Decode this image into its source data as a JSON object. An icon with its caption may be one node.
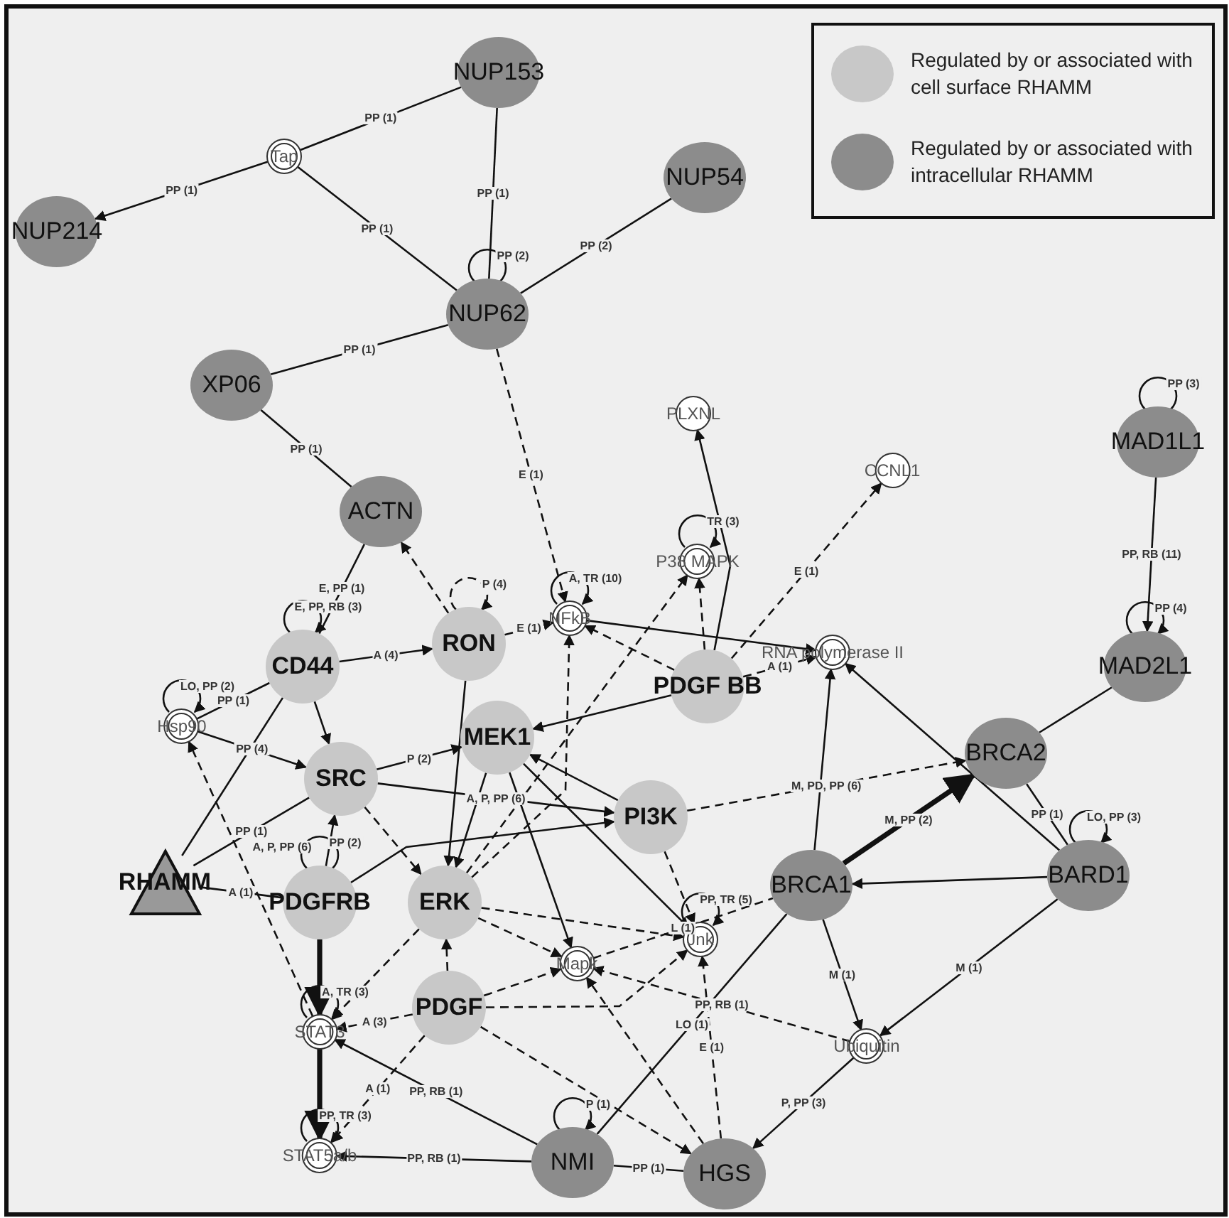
{
  "diagram": {
    "nodes": [
      {
        "text": [
          "NUP153"
        ]
      },
      {
        "text": [
          "Tap"
        ]
      },
      {
        "text": [
          "NUP54"
        ]
      },
      {
        "text": [
          "NUP214"
        ]
      },
      {
        "text": [
          "NUP62"
        ]
      },
      {
        "text": [
          "XP06"
        ]
      },
      {
        "text": [
          "PLXNL"
        ]
      },
      {
        "text": [
          "CCNL1"
        ]
      },
      {
        "text": [
          "MAD1L1"
        ]
      },
      {
        "text": [
          "ACTN"
        ]
      },
      {
        "text": [
          "P38 MAPK"
        ]
      },
      {
        "text": [
          "NFkB"
        ]
      },
      {
        "text": [
          "RON"
        ]
      },
      {
        "text": [
          "CD44"
        ]
      },
      {
        "text": [
          "Hsp90"
        ]
      },
      {
        "text": [
          "RNA polymerase II"
        ]
      },
      {
        "text": [
          "PDGF BB"
        ]
      },
      {
        "text": [
          "MAD2L1"
        ]
      },
      {
        "text": [
          "MEK1"
        ]
      },
      {
        "text": [
          "SRC"
        ]
      },
      {
        "text": [
          "BRCA2"
        ]
      },
      {
        "text": [
          "PI3K"
        ]
      },
      {
        "text": [
          "RHAMM"
        ]
      },
      {
        "text": [
          "BRCA1"
        ]
      },
      {
        "text": [
          "BARD1"
        ]
      },
      {
        "text": [
          "PDGFRB"
        ]
      },
      {
        "text": [
          "ERK"
        ]
      },
      {
        "text": [
          "Jnk"
        ]
      },
      {
        "text": [
          "Mapk"
        ]
      },
      {
        "text": [
          "STAT3"
        ]
      },
      {
        "text": [
          "PDGF"
        ]
      },
      {
        "text": [
          "Ubiquitin"
        ]
      },
      {
        "text": [
          "STAT5a/b"
        ]
      },
      {
        "text": [
          "NMI"
        ]
      },
      {
        "text": [
          "HGS"
        ]
      }
    ],
    "edges": [
      {
        "from": 1,
        "to": 0,
        "arrow": "none",
        "label": "PP (1)"
      },
      {
        "from": 1,
        "to": 3,
        "arrow": "to",
        "label": "PP (1)"
      },
      {
        "from": 1,
        "to": 4,
        "arrow": "none",
        "label": "PP (1)"
      },
      {
        "from": 0,
        "to": 4,
        "arrow": "none",
        "label": "PP (1)"
      },
      {
        "from": 2,
        "to": 4,
        "arrow": "none",
        "label": "PP (2)"
      },
      {
        "from": 4,
        "to": 4,
        "arrow": "none",
        "label": "PP (2)"
      },
      {
        "from": 5,
        "to": 4,
        "arrow": "none",
        "label": "PP (1)"
      },
      {
        "from": 5,
        "to": 9,
        "arrow": "none",
        "label": "PP (1)"
      },
      {
        "from": 4,
        "to": 11,
        "arrow": "to",
        "style": "dashed",
        "label": "E (1)"
      },
      {
        "from": 16,
        "to": 6,
        "arrow": "to"
      },
      {
        "from": 16,
        "to": 7,
        "arrow": "to",
        "style": "dashed",
        "label": "E (1)"
      },
      {
        "from": 8,
        "to": 8,
        "arrow": "none",
        "label": "PP (3)"
      },
      {
        "from": 8,
        "to": 17,
        "arrow": "to",
        "label": "PP, RB (11)"
      },
      {
        "from": 17,
        "to": 17,
        "arrow": "to",
        "label": "PP (4)"
      },
      {
        "from": 17,
        "to": 20,
        "arrow": "none"
      },
      {
        "from": 9,
        "to": 13,
        "arrow": "none",
        "label": "E, PP (1)"
      },
      {
        "from": 12,
        "to": 9,
        "arrow": "to",
        "style": "dashed"
      },
      {
        "from": 13,
        "to": 13,
        "arrow": "to",
        "label": "E, PP, RB (3)"
      },
      {
        "from": 12,
        "to": 12,
        "arrow": "to",
        "style": "dashed",
        "label": "P (4)"
      },
      {
        "from": 11,
        "to": 11,
        "arrow": "to",
        "label": "A, TR (10)"
      },
      {
        "from": 10,
        "to": 10,
        "arrow": "to",
        "label": "TR (3)"
      },
      {
        "from": 12,
        "to": 11,
        "arrow": "to",
        "style": "dashed",
        "label": "E (1)"
      },
      {
        "from": 13,
        "to": 12,
        "arrow": "to",
        "label": "A (4)"
      },
      {
        "from": 14,
        "to": 14,
        "arrow": "to",
        "label": "LO, PP (2)"
      },
      {
        "from": 14,
        "to": 13,
        "arrow": "none",
        "label": "PP (1)"
      },
      {
        "from": 14,
        "to": 19,
        "arrow": "to",
        "label": "PP (4)"
      },
      {
        "from": 22,
        "to": 13,
        "arrow": "none"
      },
      {
        "from": 22,
        "to": 19,
        "arrow": "none",
        "label": "PP (1)"
      },
      {
        "from": 22,
        "to": 25,
        "arrow": "none",
        "label": "A (1)"
      },
      {
        "from": 29,
        "to": 14,
        "arrow": "to",
        "style": "dashed"
      },
      {
        "from": 25,
        "to": 19,
        "arrow": "to",
        "label": "A, P, PP (6)"
      },
      {
        "from": 25,
        "to": 25,
        "arrow": "none",
        "label": "PP (2)"
      },
      {
        "from": 19,
        "to": 18,
        "arrow": "to",
        "label": "P (2)"
      },
      {
        "from": 19,
        "to": 21,
        "arrow": "to",
        "label": "A, P, PP (6)"
      },
      {
        "from": 18,
        "to": 26,
        "arrow": "to"
      },
      {
        "from": 18,
        "to": 28,
        "arrow": "to"
      },
      {
        "from": 18,
        "to": 27,
        "arrow": "to"
      },
      {
        "from": 21,
        "to": 18,
        "arrow": "to"
      },
      {
        "from": 16,
        "to": 18,
        "arrow": "to"
      },
      {
        "from": 16,
        "to": 10,
        "arrow": "to",
        "style": "dashed"
      },
      {
        "from": 16,
        "to": 11,
        "arrow": "to",
        "style": "dashed"
      },
      {
        "from": 26,
        "to": 11,
        "arrow": "to",
        "style": "dashed"
      },
      {
        "from": 26,
        "to": 10,
        "arrow": "to",
        "style": "dashed"
      },
      {
        "from": 21,
        "to": 27,
        "arrow": "to",
        "style": "dashed"
      },
      {
        "from": 27,
        "to": 27,
        "arrow": "to",
        "label": "PP, TR (5)"
      },
      {
        "from": 11,
        "to": 15,
        "arrow": "to"
      },
      {
        "from": 16,
        "to": 15,
        "arrow": "to",
        "style": "dashed",
        "label": "A (1)"
      },
      {
        "from": 23,
        "to": 15,
        "arrow": "to"
      },
      {
        "from": 24,
        "to": 15,
        "arrow": "to"
      },
      {
        "from": 23,
        "to": 20,
        "arrow": "to",
        "style": "thick",
        "label": "M, PP (2)"
      },
      {
        "from": 21,
        "to": 20,
        "arrow": "to",
        "style": "dashed",
        "label": "M, PD, PP (6)"
      },
      {
        "from": 24,
        "to": 20,
        "arrow": "none",
        "label": "PP (1)"
      },
      {
        "from": 24,
        "to": 23,
        "arrow": "to"
      },
      {
        "from": 24,
        "to": 24,
        "arrow": "to",
        "label": "LO, PP (3)"
      },
      {
        "from": 23,
        "to": 31,
        "arrow": "to",
        "label": "M (1)"
      },
      {
        "from": 24,
        "to": 31,
        "arrow": "to",
        "label": "M (1)"
      },
      {
        "from": 31,
        "to": 34,
        "arrow": "to",
        "label": "P, PP (3)"
      },
      {
        "from": 31,
        "to": 28,
        "arrow": "to",
        "style": "dashed",
        "label": "PP, RB (1)"
      },
      {
        "from": 33,
        "to": 23,
        "arrow": "none",
        "label": "LO (1)"
      },
      {
        "from": 34,
        "to": 27,
        "arrow": "to",
        "style": "dashed",
        "label": "E (1)"
      },
      {
        "from": 34,
        "to": 28,
        "arrow": "to",
        "style": "dashed"
      },
      {
        "from": 30,
        "to": 34,
        "arrow": "to",
        "style": "dashed"
      },
      {
        "from": 33,
        "to": 34,
        "arrow": "none",
        "label": "PP (1)"
      },
      {
        "from": 33,
        "to": 32,
        "arrow": "to",
        "label": "PP, RB (1)"
      },
      {
        "from": 33,
        "to": 29,
        "arrow": "to",
        "label": "PP, RB (1)"
      },
      {
        "from": 33,
        "to": 33,
        "arrow": "to",
        "label": "P (1)"
      },
      {
        "from": 30,
        "to": 32,
        "arrow": "to",
        "style": "dashed",
        "label": "A (1)"
      },
      {
        "from": 30,
        "to": 29,
        "arrow": "to",
        "style": "dashed",
        "label": "A (3)"
      },
      {
        "from": 29,
        "to": 32,
        "arrow": "to",
        "style": "thick"
      },
      {
        "from": 32,
        "to": 32,
        "arrow": "to",
        "label": "PP, TR (3)"
      },
      {
        "from": 29,
        "to": 29,
        "arrow": "to",
        "label": "A, TR (3)"
      },
      {
        "from": 30,
        "to": 28,
        "arrow": "to",
        "style": "dashed"
      },
      {
        "from": 30,
        "to": 27,
        "arrow": "to",
        "style": "dashed"
      },
      {
        "from": 26,
        "to": 29,
        "arrow": "to",
        "style": "dashed"
      },
      {
        "from": 25,
        "to": 29,
        "arrow": "to",
        "style": "thick"
      },
      {
        "from": 26,
        "to": 28,
        "arrow": "to",
        "style": "dashed"
      },
      {
        "from": 26,
        "to": 27,
        "arrow": "to",
        "style": "dashed"
      },
      {
        "from": 30,
        "to": 26,
        "arrow": "to",
        "style": "dashed"
      },
      {
        "from": 12,
        "to": 26,
        "arrow": "to"
      },
      {
        "from": 13,
        "to": 19,
        "arrow": "to"
      },
      {
        "from": 25,
        "to": 21,
        "arrow": "to"
      },
      {
        "from": 28,
        "to": 23,
        "arrow": "none",
        "style": "dashed",
        "label": "L (1)"
      },
      {
        "from": 19,
        "to": 26,
        "arrow": "to",
        "style": "dashed"
      }
    ],
    "legend": [
      {
        "text": "Regulated by or associated with cell surface RHAMM",
        "color": "#c8c8c8"
      },
      {
        "text": "Regulated by or associated with intracellular RHAMM",
        "color": "#8c8c8c"
      }
    ]
  }
}
